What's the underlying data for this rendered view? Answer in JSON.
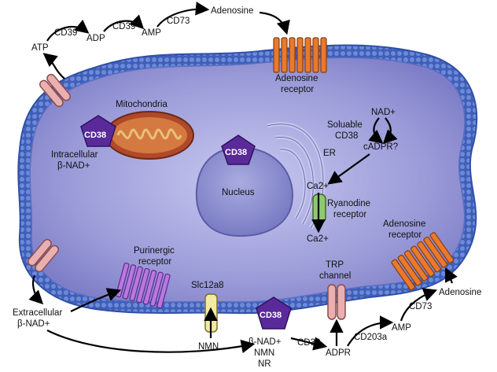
{
  "labels": {
    "atp": "ATP",
    "cd39_a": "CD39",
    "adp": "ADP",
    "cd39_b": "CD39",
    "amp_top": "AMP",
    "cd73_top": "CD73",
    "adenosine_top": "Adenosine",
    "adenosine_receptor_top_1": "Adenosine",
    "adenosine_receptor_top_2": "receptor",
    "mitochondria": "Mitochondria",
    "intracellular_1": "Intracellular",
    "intracellular_2": "β-NAD+",
    "nucleus": "Nucleus",
    "er": "ER",
    "nad_plus": "NAD+",
    "soluble_1": "Soluable",
    "soluble_2": "CD38",
    "cadpr": "cADPR?",
    "ca2_in": "Ca2+",
    "ryanodine_1": "Ryanodine",
    "ryanodine_2": "receptor",
    "ca2_out": "Ca2+",
    "adenosine_receptor_right_1": "Adenosine",
    "adenosine_receptor_right_2": "receptor",
    "purinergic_1": "Purinergic",
    "purinergic_2": "receptor",
    "slc": "Slc12a8",
    "trp_1": "TRP",
    "trp_2": "channel",
    "adenosine_right": "Adenosine",
    "cd73_bottom": "CD73",
    "amp_bottom": "AMP",
    "cd203a": "CD203a",
    "adpr": "ADPR",
    "cd38_bottom_label": "CD38",
    "nad_list_1": "β-NAD+",
    "nad_list_2": "NMN",
    "nad_list_3": "NR",
    "nmn_in": "NMN",
    "extracellular_1": "Extracellular",
    "extracellular_2": "β-NAD+"
  },
  "cd38_badges": {
    "mito": "CD38",
    "nucleus": "CD38",
    "membrane": "CD38"
  },
  "colors": {
    "cytoplasm": "#8f8fd4",
    "membrane_heads": "#4f6fc8",
    "nucleus": "#8d8fd0",
    "cd38": "#5a2a9a",
    "adenosine_receptor": "#e87a2a",
    "purinergic_receptor": "#b878e0",
    "mitochondria": "#b04a2a",
    "channel": "#e8b0b0",
    "slc": "#f2eaa0",
    "ryanodine": "#8fc870"
  }
}
